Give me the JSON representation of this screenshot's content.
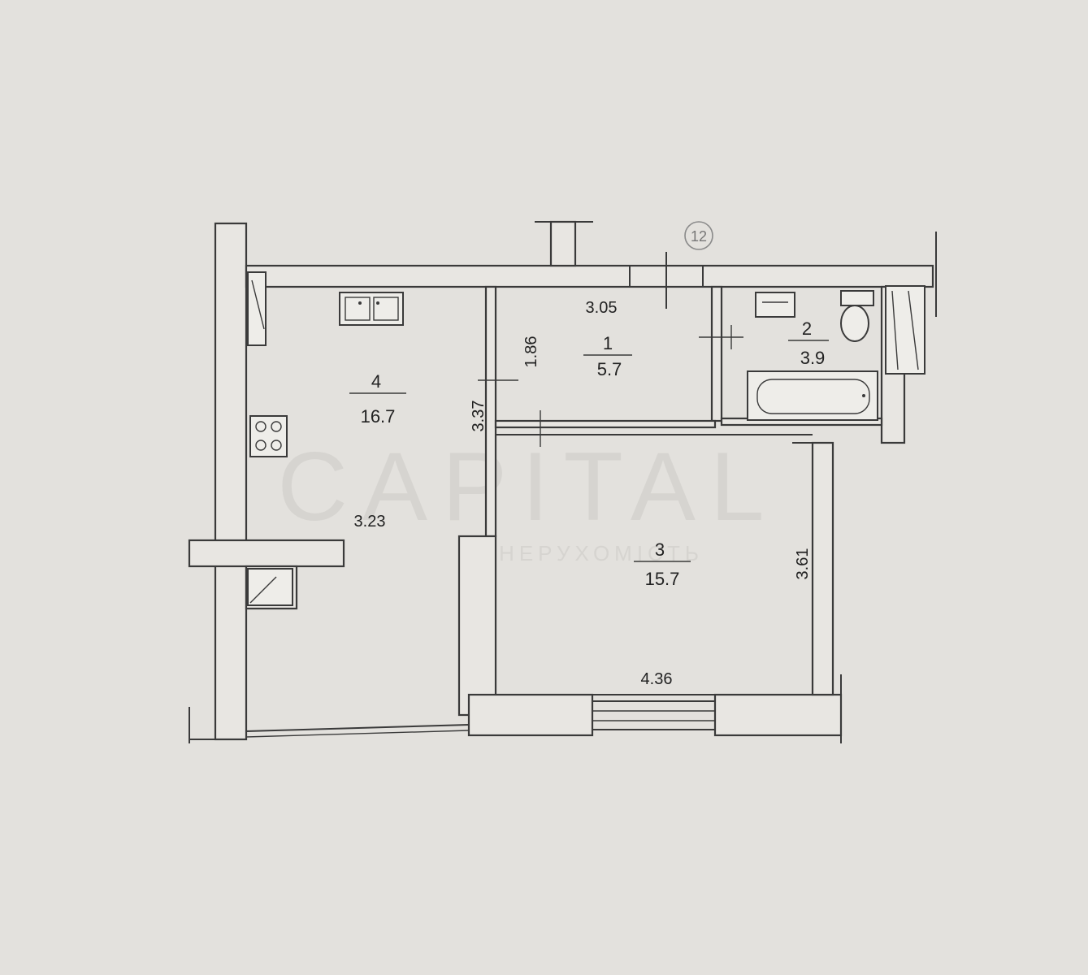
{
  "rooms": [
    {
      "number": "1",
      "area": "5.7"
    },
    {
      "number": "2",
      "area": "3.9"
    },
    {
      "number": "3",
      "area": "15.7"
    },
    {
      "number": "4",
      "area": "16.7"
    }
  ],
  "dimensions": {
    "corridor_width": "3.05",
    "corridor_depth": "1.86",
    "kitchen_height": "3.37",
    "kitchen_width": "3.23",
    "room_height": "3.61",
    "room_width": "4.36"
  },
  "axis_marker": "12",
  "watermark": {
    "brand": "CAPITAL",
    "tagline": "НЕРУХОМІСТЬ"
  },
  "colors": {
    "background": "#e3e1dd",
    "line": "#3a3a3a"
  }
}
